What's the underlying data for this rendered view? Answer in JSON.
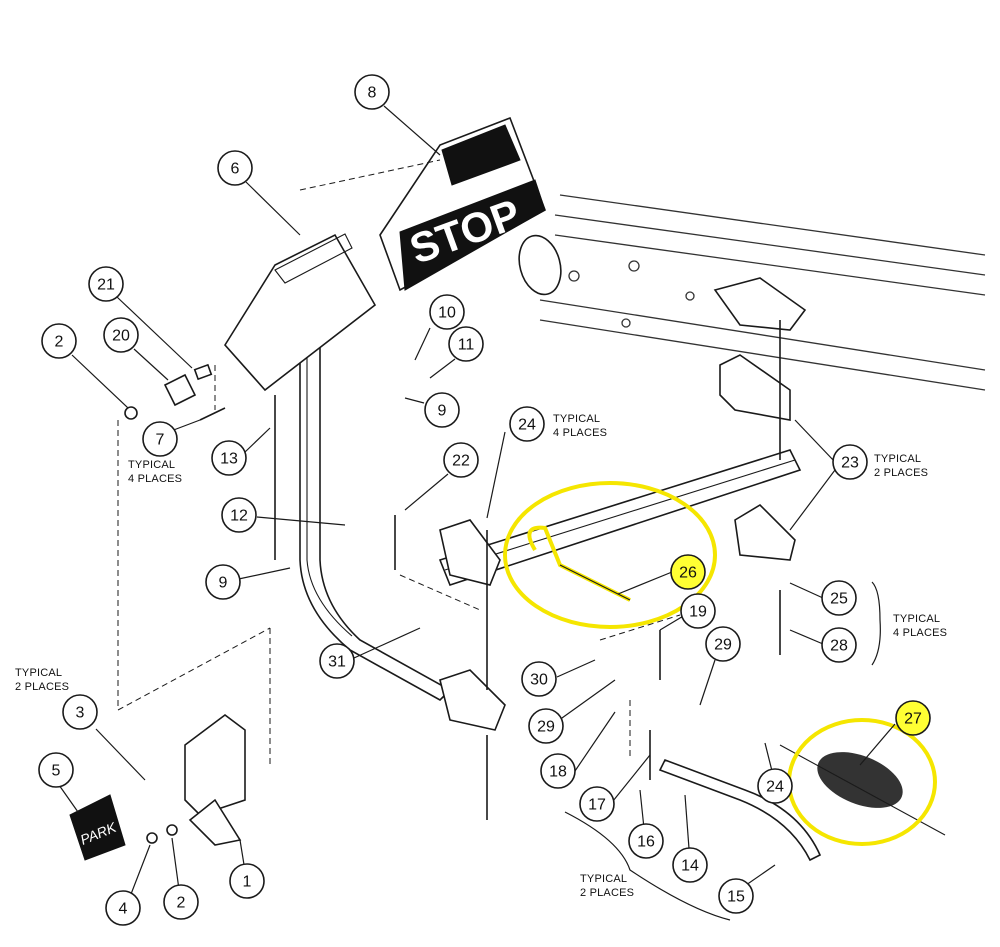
{
  "callouts": [
    {
      "id": "8",
      "highlight": false
    },
    {
      "id": "6",
      "highlight": false
    },
    {
      "id": "21",
      "highlight": false
    },
    {
      "id": "2",
      "highlight": false
    },
    {
      "id": "20",
      "highlight": false
    },
    {
      "id": "7",
      "highlight": false
    },
    {
      "id": "10",
      "highlight": false
    },
    {
      "id": "11",
      "highlight": false
    },
    {
      "id": "9",
      "highlight": false
    },
    {
      "id": "13",
      "highlight": false
    },
    {
      "id": "24",
      "highlight": false
    },
    {
      "id": "22",
      "highlight": false
    },
    {
      "id": "23",
      "highlight": false
    },
    {
      "id": "12",
      "highlight": false
    },
    {
      "id": "26",
      "highlight": true
    },
    {
      "id": "9",
      "highlight": false
    },
    {
      "id": "25",
      "highlight": false
    },
    {
      "id": "19",
      "highlight": false
    },
    {
      "id": "28",
      "highlight": false
    },
    {
      "id": "31",
      "highlight": false
    },
    {
      "id": "29",
      "highlight": false
    },
    {
      "id": "30",
      "highlight": false
    },
    {
      "id": "29",
      "highlight": false
    },
    {
      "id": "27",
      "highlight": true
    },
    {
      "id": "3",
      "highlight": false
    },
    {
      "id": "18",
      "highlight": false
    },
    {
      "id": "24",
      "highlight": false
    },
    {
      "id": "5",
      "highlight": false
    },
    {
      "id": "17",
      "highlight": false
    },
    {
      "id": "16",
      "highlight": false
    },
    {
      "id": "14",
      "highlight": false
    },
    {
      "id": "1",
      "highlight": false
    },
    {
      "id": "4",
      "highlight": false
    },
    {
      "id": "2",
      "highlight": false
    },
    {
      "id": "15",
      "highlight": false
    }
  ],
  "notes": [
    {
      "line1": "TYPICAL",
      "line2": "4 PLACES"
    },
    {
      "line1": "TYPICAL",
      "line2": "4 PLACES"
    },
    {
      "line1": "TYPICAL",
      "line2": "2 PLACES"
    },
    {
      "line1": "TYPICAL",
      "line2": "4 PLACES"
    },
    {
      "line1": "TYPICAL",
      "line2": "2 PLACES"
    },
    {
      "line1": "TYPICAL",
      "line2": "2 PLACES"
    }
  ],
  "labels": {
    "stop": "STOP",
    "park": "PARK"
  },
  "colors": {
    "highlight_fill": "#ffff33",
    "highlight_ring": "#f5e600",
    "line": "#1a1a1a"
  }
}
